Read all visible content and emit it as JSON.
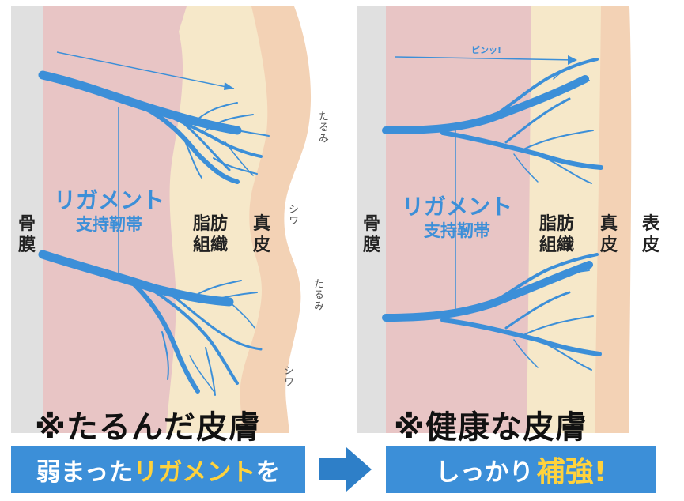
{
  "left_panel": {
    "label_bone": "骨膜",
    "label_fat_line1": "脂肪",
    "label_fat_line2": "組織",
    "label_dermis": "真皮",
    "ligament_title": "リガメント",
    "ligament_sub": "支持靭帯",
    "annot_sag_1": "たるみ",
    "annot_wrinkle_1": "シワ",
    "annot_sag_2": "たるみ",
    "annot_wrinkle_2": "シワ",
    "caption": "※たるんだ皮膚",
    "banner_plain": "弱まった",
    "banner_highlight": "リガメント",
    "banner_tail": "を"
  },
  "right_panel": {
    "label_bone": "骨膜",
    "label_fat_line1": "脂肪",
    "label_fat_line2": "組織",
    "label_dermis": "真皮",
    "label_epidermis": "表皮",
    "ligament_title": "リガメント",
    "ligament_sub": "支持靭帯",
    "tension_label": "ピンッ!",
    "caption": "※健康な皮膚",
    "banner_plain": "しっかり",
    "banner_highlight": "補強!"
  },
  "colors": {
    "bone": "#e0e0e0",
    "muscle": "#e8c5c5",
    "fat": "#f6e8c9",
    "dermis": "#f3d2b5",
    "ligament": "#3c8fd8",
    "banner": "#3c8fd8",
    "highlight": "#ffd23c",
    "arrow": "#2e7fc8"
  }
}
